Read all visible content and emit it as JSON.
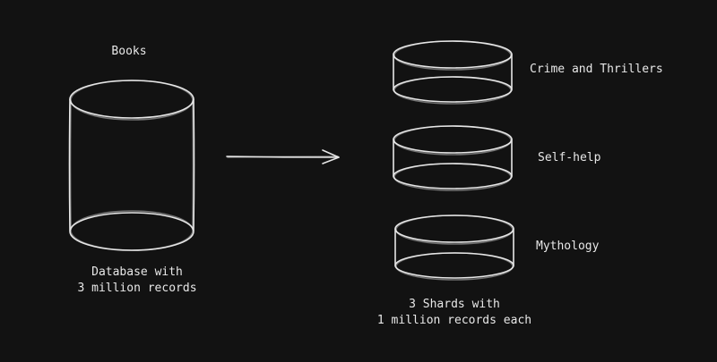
{
  "source": {
    "title": "Books",
    "caption_line1": "Database with",
    "caption_line2": "3 million records"
  },
  "shards": [
    {
      "label": "Crime and Thrillers"
    },
    {
      "label": "Self-help"
    },
    {
      "label": "Mythology"
    }
  ],
  "target": {
    "caption_line1": "3 Shards with",
    "caption_line2": "1 million records each"
  }
}
